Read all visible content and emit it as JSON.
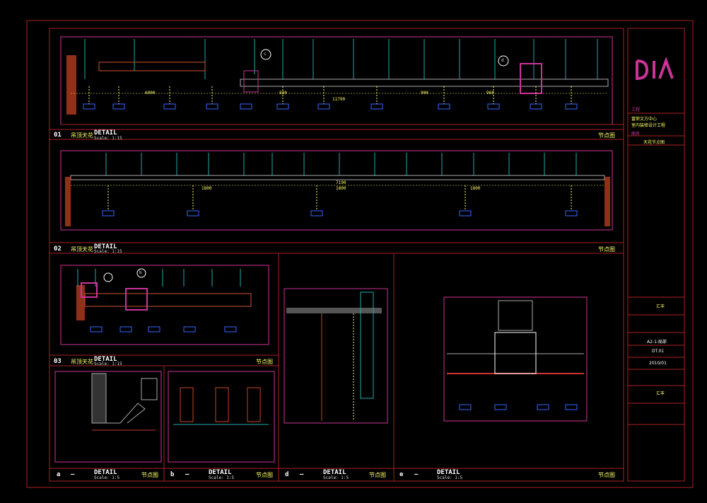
{
  "brand": {
    "logo_text": "DIA",
    "colors": {
      "accent": "#cc3399",
      "border": "#aa2222",
      "line": "#22aaaa",
      "dim": "#ffff66",
      "tag": "#3366ff"
    }
  },
  "title_block": {
    "project_label": "工程",
    "project_name_1": "富荣文方中心",
    "project_name_2": "室内装修设计工程",
    "drawing_label": "图名",
    "drawing_name": "天花节点图",
    "designer": "汇丰",
    "sheet_no": "A2-1:局部",
    "code": "DT.01",
    "date": "2010/01",
    "check": "汇丰"
  },
  "sections": [
    {
      "num": "01",
      "cn": "吊顶天花",
      "title": "DETAIL",
      "scale": "Scale: 1:15",
      "tag": "节点图"
    },
    {
      "num": "02",
      "cn": "吊顶天花",
      "title": "DETAIL",
      "scale": "Scale: 1:15",
      "tag": "节点图"
    },
    {
      "num": "03",
      "cn": "吊顶天花",
      "title": "DETAIL",
      "scale": "Scale: 1:15",
      "tag": "节点图"
    },
    {
      "num": "a",
      "cn": "—",
      "title": "DETAIL",
      "scale": "Scale: 1:5",
      "tag": "节点图"
    },
    {
      "num": "b",
      "cn": "—",
      "title": "DETAIL",
      "scale": "Scale: 1:5",
      "tag": "节点图"
    },
    {
      "num": "d",
      "cn": "—",
      "title": "DETAIL",
      "scale": "Scale: 1:5",
      "tag": "节点图"
    },
    {
      "num": "e",
      "cn": "—",
      "title": "DETAIL",
      "scale": "Scale: 1:5",
      "tag": "节点图"
    }
  ],
  "dims": {
    "top": [
      "11790",
      "6000",
      "820",
      "900",
      "960"
    ],
    "mid": [
      "7190",
      "1800",
      "1800",
      "1800"
    ]
  },
  "callouts": {
    "c": "c",
    "d": "d",
    "b": "b"
  }
}
